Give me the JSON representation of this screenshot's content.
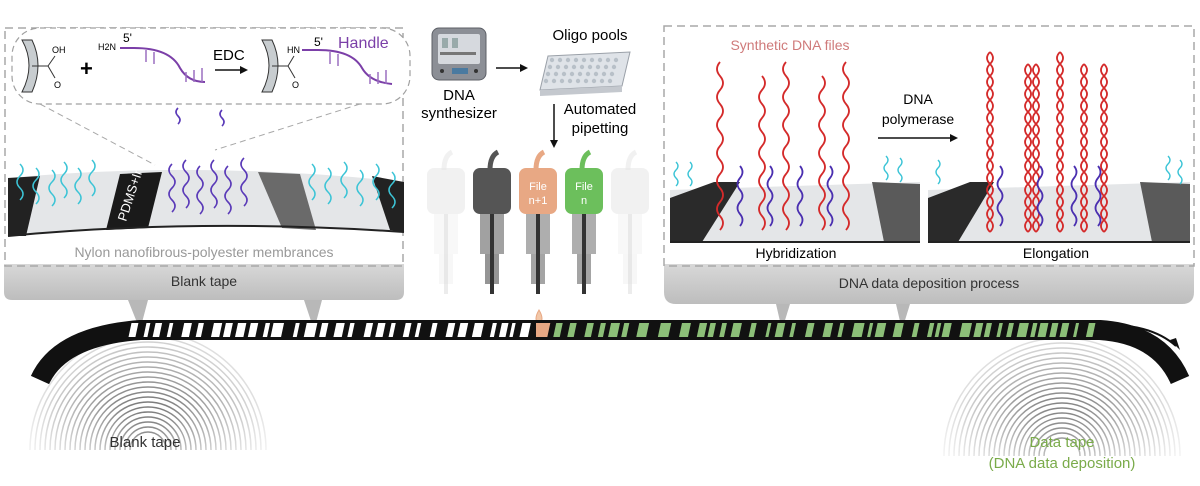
{
  "left_panel": {
    "reaction": {
      "oh_label": "OH",
      "o_label": "O",
      "plus": "+",
      "amine_label": "H2N",
      "five_prime_1": "5'",
      "reagent": "EDC",
      "hn_label": "HN",
      "o_label_2": "O",
      "five_prime_2": "5'",
      "handle_label": "Handle"
    },
    "ink_label": "PDMS+Ink",
    "membrane_label": "Nylon nanofibrous-polyester membrances",
    "footer_label": "Blank tape"
  },
  "middle_panel": {
    "synthesizer_label_line1": "DNA",
    "synthesizer_label_line2": "synthesizer",
    "oligo_label": "Oligo pools",
    "pipetting_line1": "Automated",
    "pipetting_line2": "pipetting",
    "tips": [
      {
        "state": "faded",
        "label1": "",
        "label2": ""
      },
      {
        "state": "grey",
        "label1": "",
        "label2": ""
      },
      {
        "state": "orange",
        "label1": "File",
        "label2": "n+1"
      },
      {
        "state": "green",
        "label1": "File",
        "label2": "n"
      },
      {
        "state": "faded",
        "label1": "",
        "label2": ""
      }
    ]
  },
  "right_panel": {
    "files_label": "Synthetic DNA files",
    "enzyme_line1": "DNA",
    "enzyme_line2": "polymerase",
    "step1_label": "Hybridization",
    "step2_label": "Elongation",
    "footer_label": "DNA data deposition process"
  },
  "tape": {
    "left_reel_label": "Blank tape",
    "right_reel_label_line1": "Data tape",
    "right_reel_label_line2": "(DNA data deposition)"
  },
  "colors": {
    "handle_purple": "#7b3fa8",
    "cyan_dna": "#3cc4d6",
    "red_dna": "#d42a2a",
    "blue_dna": "#4a2fb0",
    "file_orange": "#e8a884",
    "file_green": "#6cbf5c",
    "tape_green": "#8cbf78",
    "data_text_green": "#7aab4a",
    "panel_grey": "#c4c4c4",
    "files_label": "#cf7a7a"
  }
}
